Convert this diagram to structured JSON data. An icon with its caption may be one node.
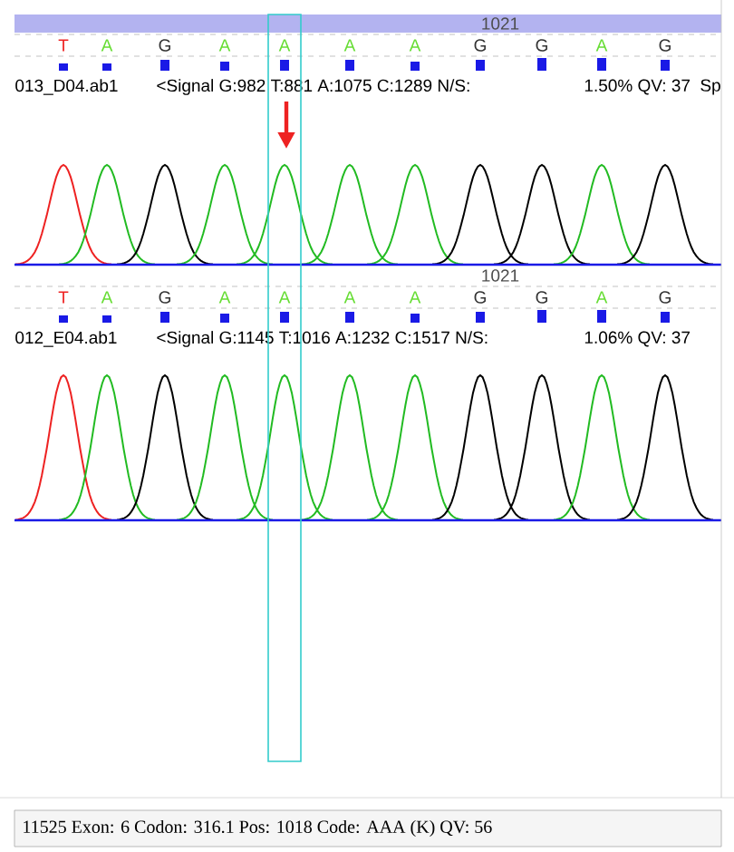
{
  "diagram": {
    "labels": [
      "1021",
      "T",
      "A",
      "G",
      "A",
      "A",
      "A",
      "A",
      "G",
      "G",
      "A",
      "G",
      "013_D04.ab1",
      "<Signal G:982 T:881 A:1075 C:1289 N/S:",
      "1.50% QV: 37",
      "Sp",
      "1021",
      "T",
      "A",
      "G",
      "A",
      "A",
      "A",
      "A",
      "G",
      "G",
      "A",
      "G",
      "012_E04.ab1",
      "<Signal G:1145 T:1016 A:1232 C:1517 N/S:",
      "1.06% QV: 37",
      "11525 Exon: 6 Codon: 316.1 Pos: 1018 Code: AAA (K) QV: 56"
    ]
  }
}
